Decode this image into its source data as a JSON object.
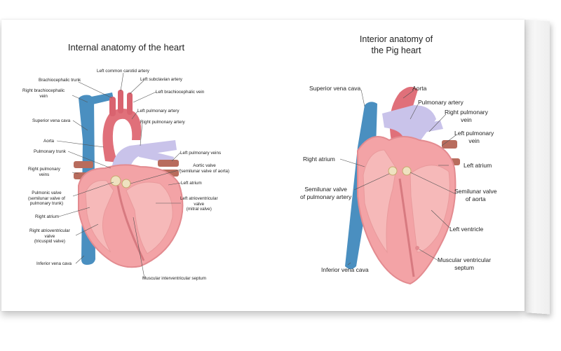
{
  "left": {
    "title": "Internal anatomy of the heart",
    "labels": {
      "brachiocephalic_trunk": "Brachiocephalic trunk",
      "left_common_carotid": "Left common carotid artery",
      "left_subclavian": "Left subclavian artery",
      "right_brachiocephalic_vein": "Right brachiocephalic\nvein",
      "left_brachiocephalic_vein": "Left brachiocephalic vein",
      "left_pulmonary_artery": "Left pulmonary artery",
      "superior_vena_cava": "Superior vena cava",
      "right_pulmonary_artery": "Right pulmonary artery",
      "aorta": "Aorta",
      "pulmonary_trunk": "Pulmonary trunk",
      "left_pulmonary_veins": "Left pulmonary veins",
      "aortic_valve": "Aortic valve\n(semilunar valve of aorta)",
      "right_pulmonary_veins": "Right pulmonary\nveins",
      "left_atrium": "Left atrium",
      "pulmonic_valve": "Pulmonic valve\n(semilunar valve of\npulmonary trunk)",
      "left_av_valve": "Left atrioventricular\nvalve\n(mitral valve)",
      "right_atrium": "Right atrium",
      "right_av_valve": "Right atrioventricular\nvalve\n(tricuspid valve)",
      "inferior_vena_cava": "Inferior vena cava",
      "muscular_septum": "Muscular interventricular septum"
    }
  },
  "right": {
    "title": "Interior anatomy of\nthe Pig heart",
    "labels": {
      "superior_vena_cava": "Superior vena cava",
      "aorta": "Aorta",
      "pulmonary_artery": "Pulmonary artery",
      "right_pulmonary_vein": "Right pulmonary\nvein",
      "left_pulmonary_vein": "Left pulmonary\nvein",
      "right_atrium": "Right atrium",
      "left_atrium": "Left atrium",
      "semilunar_pulmonary": "Semilunar valve\nof pulmonary artery",
      "semilunar_aorta": "Semilunar valve\nof aorta",
      "left_ventricle": "Left ventricle",
      "muscular_septum": "Muscular ventricular\nseptum",
      "inferior_vena_cava": "Inferior vena cava"
    }
  },
  "colors": {
    "vein_blue": "#4a8fc0",
    "artery_red": "#e0707a",
    "heart_pink": "#f3a3a6",
    "heart_inner": "#f6b9b9",
    "pulmonary_lilac": "#c9c3ea",
    "muscle_brown": "#b86c5d"
  }
}
